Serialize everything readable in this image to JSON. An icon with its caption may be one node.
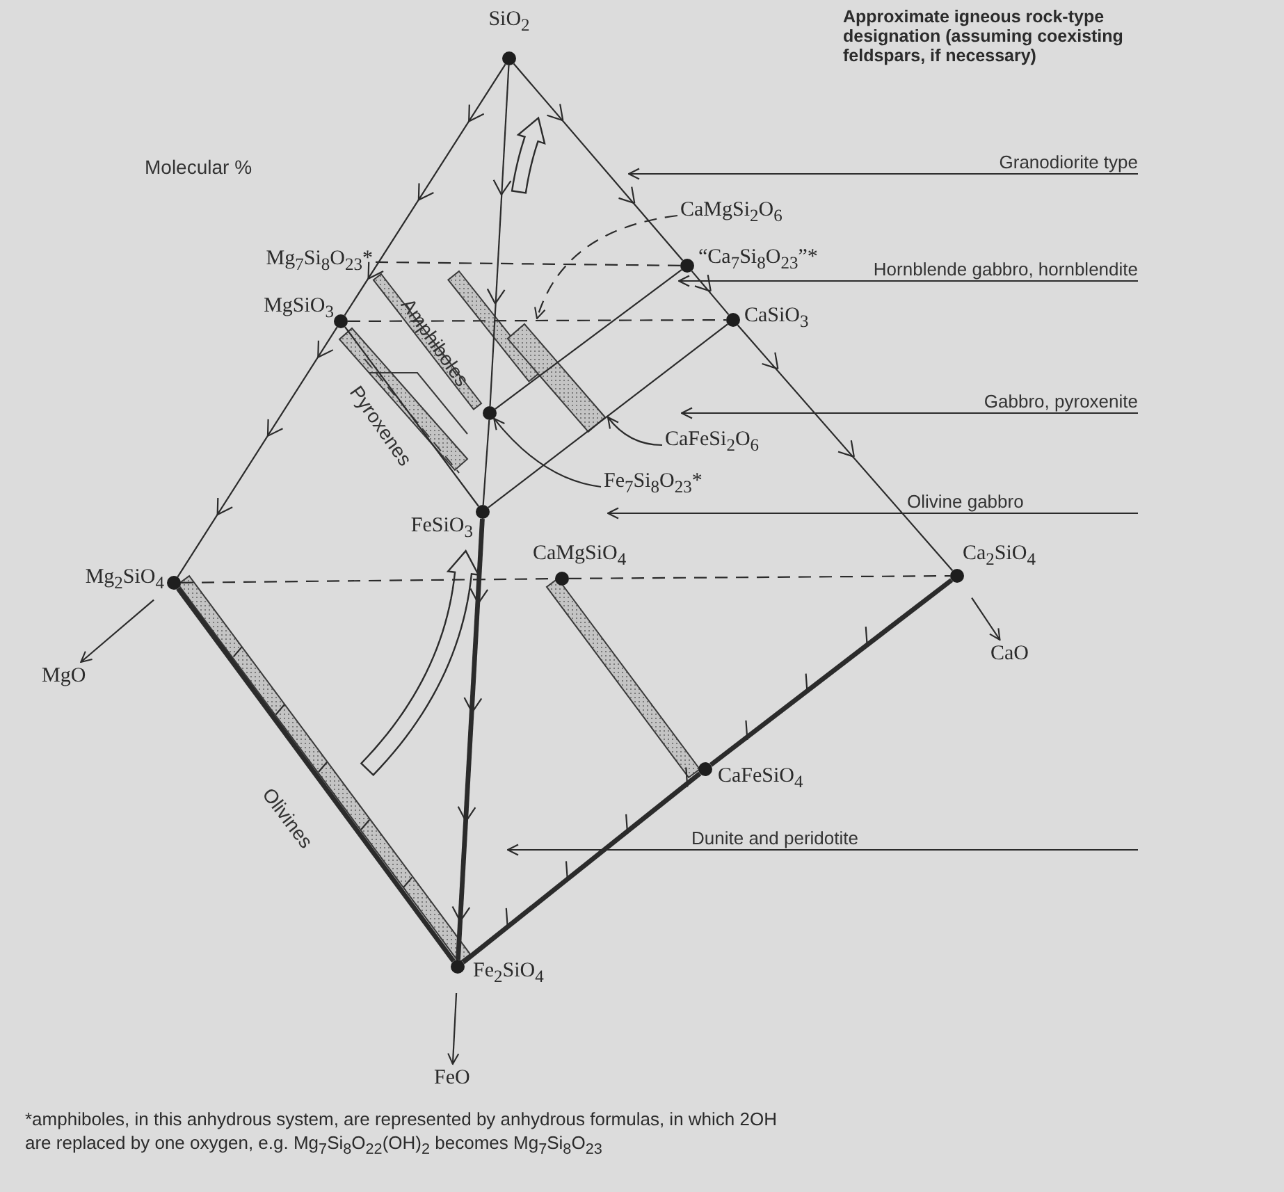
{
  "diagram": {
    "title": "Approximate igneous rock-type designation (assuming coexisting feldspars, if necessary)",
    "nodes": [
      {
        "text": [],
        "shape": "circle",
        "beside": [
          "SiO$_{2}$"
        ]
      },
      {
        "text": [
          "Mg$_{7}$Si$_{8}$O$_{23}$*"
        ]
      },
      {
        "text": [],
        "shape": "circle",
        "beside": [
          "“Ca$_{7}$Si$_{8}$O$_{23}$”*"
        ]
      },
      {
        "text": [],
        "shape": "circle",
        "beside": [
          "MgSiO$_{3}$"
        ]
      },
      {
        "text": [],
        "shape": "circle",
        "beside": [
          "CaSiO$_{3}$"
        ]
      },
      {
        "text": [],
        "shape": "circle"
      },
      {
        "text": [],
        "shape": "circle",
        "beside": [
          "FeSiO$_{3}$"
        ]
      },
      {
        "text": [],
        "shape": "circle",
        "beside": [
          "Mg$_{2}$SiO$_{4}$"
        ]
      },
      {
        "text": [],
        "shape": "circle",
        "beside": [
          "CaMgSiO$_{4}$"
        ]
      },
      {
        "text": [],
        "shape": "circle",
        "beside": [
          "Ca$_{2}$SiO$_{4}$"
        ]
      },
      {
        "text": [],
        "shape": "circle",
        "beside": [
          "CaFeSiO$_{4}$"
        ]
      },
      {
        "text": [],
        "shape": "circle",
        "beside": [
          "Fe$_{2}$SiO$_{4}$"
        ]
      },
      {
        "text": [
          "MgO"
        ]
      },
      {
        "text": [
          "CaO"
        ]
      },
      {
        "text": [
          "FeO"
        ]
      },
      {
        "text": [
          "CaMgSi$_{2}$O$_{6}$"
        ]
      },
      {
        "text": [
          "CaFeSi$_{2}$O$_{6}$"
        ]
      },
      {
        "text": [
          "Fe$_{7}$Si$_{8}$O$_{23}$*"
        ]
      }
    ],
    "edges": [
      {
        "from": 0,
        "to": 3,
        "arrow": "none"
      },
      {
        "from": 3,
        "to": 7,
        "arrow": "none"
      },
      {
        "from": 0,
        "to": 2,
        "arrow": "none"
      },
      {
        "from": 2,
        "to": 4,
        "arrow": "none"
      },
      {
        "from": 4,
        "to": 9,
        "arrow": "none"
      },
      {
        "from": 0,
        "to": 5,
        "arrow": "none"
      },
      {
        "from": 5,
        "to": 6,
        "arrow": "none"
      },
      {
        "from": 6,
        "to": 11,
        "arrow": "none",
        "style": "thick"
      },
      {
        "from": 7,
        "to": 11,
        "arrow": "none",
        "style": "thick"
      },
      {
        "from": 11,
        "to": 10,
        "arrow": "none",
        "style": "thick"
      },
      {
        "from": 10,
        "to": 9,
        "arrow": "none",
        "style": "thick"
      },
      {
        "from": 2,
        "to": 5,
        "arrow": "none"
      },
      {
        "from": 4,
        "to": 6,
        "arrow": "none"
      },
      {
        "from": 3,
        "to": 6,
        "arrow": "none"
      },
      {
        "from": 1,
        "to": 2,
        "arrow": "none",
        "style": "dashed"
      },
      {
        "from": 3,
        "to": 4,
        "arrow": "none",
        "style": "dashed"
      },
      {
        "from": 7,
        "to": 8,
        "arrow": "none",
        "style": "dashed"
      },
      {
        "from": 8,
        "to": 9,
        "arrow": "none",
        "style": "dashed"
      },
      {
        "from": 7,
        "to": 12,
        "arrow": "to"
      },
      {
        "from": 9,
        "to": 13,
        "arrow": "to"
      },
      {
        "from": 11,
        "to": 14,
        "arrow": "to"
      },
      {
        "from": 15,
        "to": null,
        "arrow": "to",
        "style": "dashed"
      },
      {
        "from": 16,
        "to": null,
        "arrow": "to"
      },
      {
        "from": 17,
        "to": 5,
        "arrow": "to"
      }
    ],
    "labels": [
      "Molecular %",
      "Granodiorite type",
      "Hornblende gabbro, hornblendite",
      "Gabbro, pyroxenite",
      "Olivine gabbro",
      "Dunite and peridotite",
      "Amphiboles",
      "Pyroxenes",
      "Olivines",
      "*amphiboles, in this anhydrous system, are represented by anhydrous formulas, in which 2OH are replaced by one oxygen, e.g. Mg$_{7}$Si$_{8}$O$_{22}$(OH)$_{2}$ becomes Mg$_{7}$Si$_{8}$O$_{23}$"
    ]
  }
}
